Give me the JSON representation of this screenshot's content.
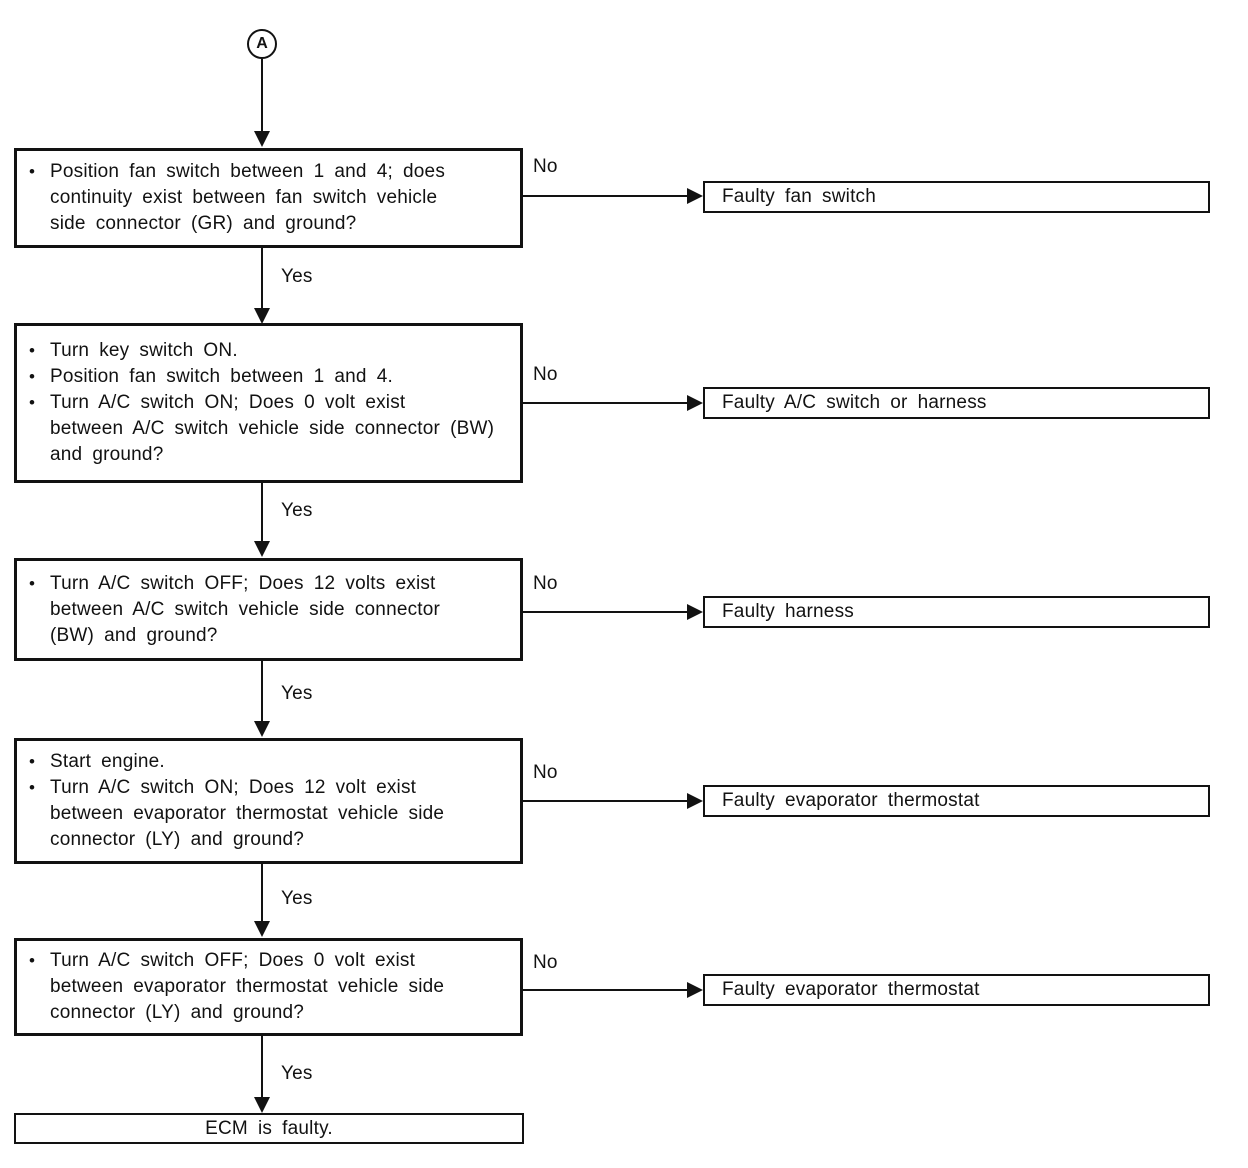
{
  "diagram": {
    "start_connector": "A",
    "yes_label": "Yes",
    "no_label": "No",
    "line_color": "#121212",
    "background_color": "#ffffff",
    "steps": [
      {
        "bullets": [
          [
            "Position fan switch between 1 and 4; does",
            "continuity exist between fan switch vehicle",
            "side connector (GR) and ground?"
          ]
        ],
        "result": "Faulty fan switch"
      },
      {
        "bullets": [
          [
            "Turn key switch ON."
          ],
          [
            "Position fan switch between 1 and 4."
          ],
          [
            "Turn A/C switch ON; Does 0 volt exist",
            "between A/C switch vehicle side connector (BW)",
            "and ground?"
          ]
        ],
        "result": "Faulty A/C switch or harness"
      },
      {
        "bullets": [
          [
            "Turn A/C switch OFF; Does 12 volts exist",
            "between A/C switch vehicle side connector",
            "(BW) and ground?"
          ]
        ],
        "result": "Faulty harness"
      },
      {
        "bullets": [
          [
            "Start engine."
          ],
          [
            "Turn A/C switch ON; Does 12 volt exist",
            "between evaporator thermostat vehicle side",
            "connector (LY) and ground?"
          ]
        ],
        "result": "Faulty evaporator thermostat"
      },
      {
        "bullets": [
          [
            "Turn A/C switch OFF; Does 0 volt exist",
            "between evaporator thermostat vehicle side",
            "connector (LY) and ground?"
          ]
        ],
        "result": "Faulty evaporator thermostat"
      }
    ],
    "final_text": "ECM is faulty."
  }
}
